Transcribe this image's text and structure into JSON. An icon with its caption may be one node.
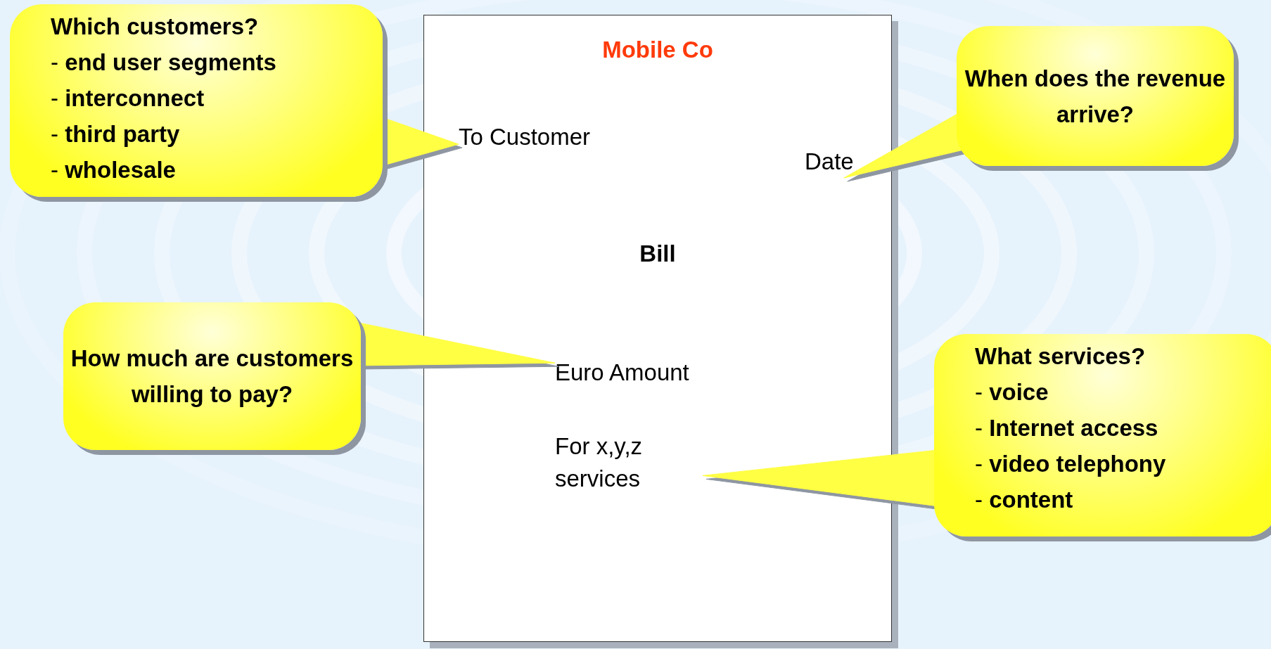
{
  "diagram": {
    "nodes": [
      {
        "text": [
          "Mobile Co",
          "Bill"
        ]
      },
      {
        "text": [
          "To Customer"
        ],
        "in": 0
      },
      {
        "text": [
          "Date"
        ],
        "in": 0
      },
      {
        "text": [
          "Euro Amount"
        ],
        "in": 0
      },
      {
        "text": [
          "For x,y,z services"
        ],
        "in": 0
      },
      {
        "text": [
          "Which customers?",
          "- **end user segments**",
          "- **interconnect**",
          "- **third party**",
          "- **wholesale**"
        ]
      },
      {
        "text": [
          "When does the revenue arrive?"
        ]
      },
      {
        "text": [
          "How much are customers willing to pay?"
        ]
      },
      {
        "text": [
          "What services?",
          "- **voice**",
          "- **Internet access**",
          "- **video telephony**",
          "- **content**"
        ]
      }
    ],
    "edges": [
      {
        "from": 5,
        "to": 1,
        "arrow": "to"
      },
      {
        "from": 6,
        "to": 2,
        "arrow": "to"
      },
      {
        "from": 7,
        "to": 3,
        "arrow": "to"
      },
      {
        "from": 8,
        "to": 4,
        "arrow": "to"
      }
    ]
  }
}
